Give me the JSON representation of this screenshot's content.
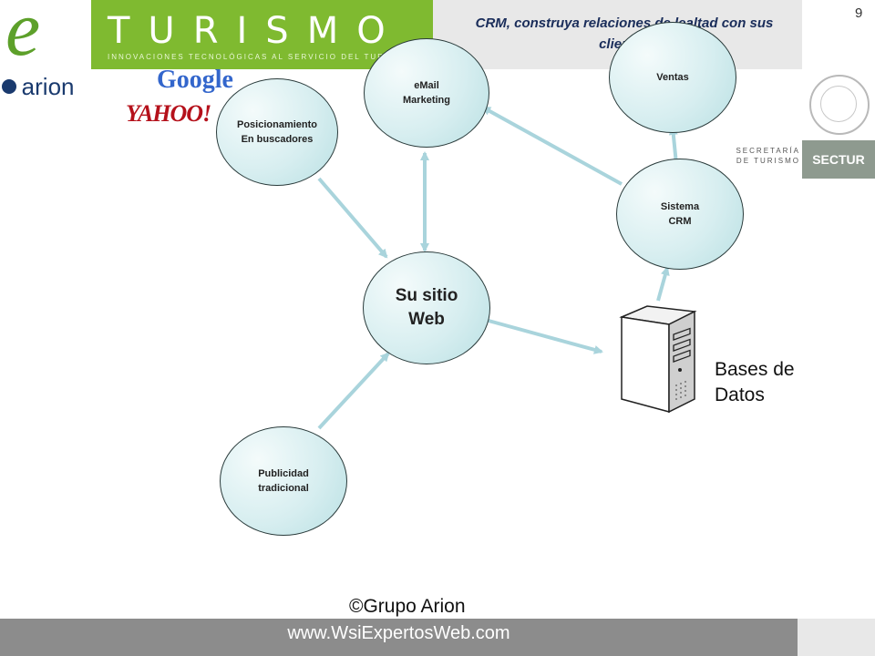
{
  "header": {
    "logo_letter": "e",
    "brand": "TURISMO",
    "tagline": "INNOVACIONES TECNOLÓGICAS AL SERVICIO DEL TURISMO",
    "title": "CRM, construya relaciones de lealtad con sus clientes",
    "page_number": "9"
  },
  "logos": {
    "arion": "arion",
    "google": "Google",
    "yahoo": "YAHOO!",
    "secretaria": "SECRETARÍA DE TURISMO",
    "sectur": "SECTUR"
  },
  "diagram": {
    "nodes": {
      "posicionamiento": "Posicionamiento\nEn buscadores",
      "email": "eMail\nMarketing",
      "ventas": "Ventas",
      "sistema_crm": "Sistema\nCRM",
      "sitio_web": "Su sitio\nWeb",
      "publicidad": "Publicidad\ntradicional"
    },
    "database_label": "Bases de\nDatos",
    "colors": {
      "node_fill": "#d7eef0",
      "arrow": "#a9d4dc"
    }
  },
  "footer": {
    "copyright": "©Grupo Arion",
    "url": "www.WsiExpertosWeb.com"
  }
}
